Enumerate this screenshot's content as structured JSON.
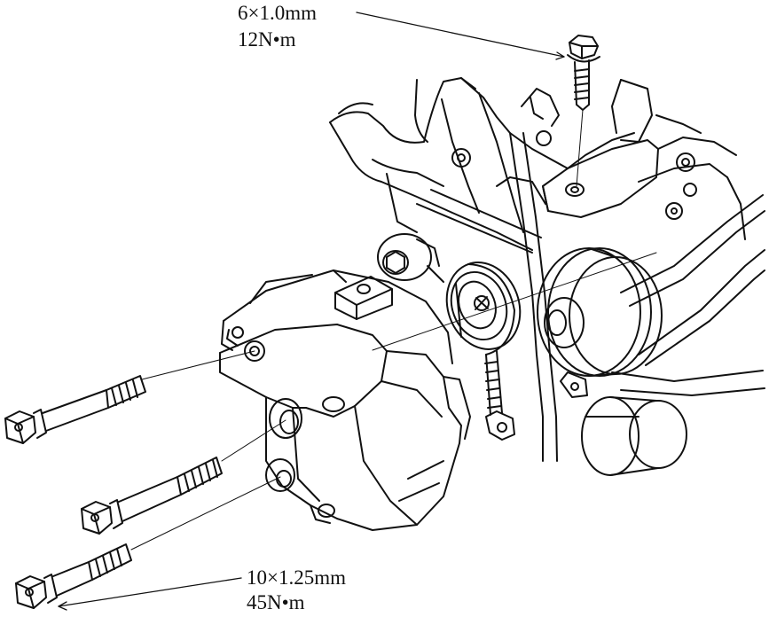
{
  "labels": {
    "top_bolt": {
      "size": "6×1.0mm",
      "torque": "12N•m"
    },
    "bottom_bolts": {
      "size": "10×1.25mm",
      "torque": "45N•m"
    }
  },
  "colors": {
    "ink": "#111111",
    "background": "#ffffff"
  }
}
